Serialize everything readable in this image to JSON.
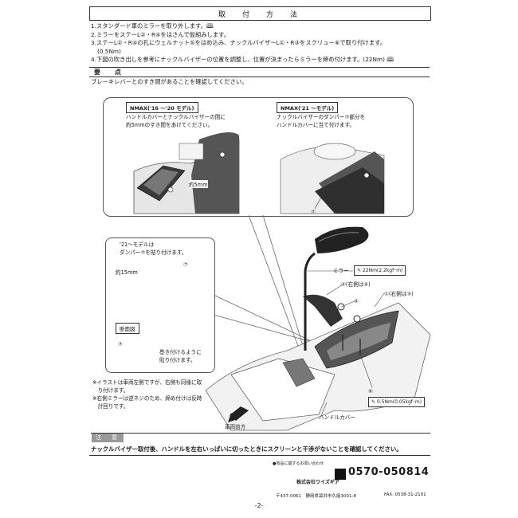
{
  "header": {
    "title": "取　付　方　法"
  },
  "steps": [
    "1.スタンダード車のミラーを取り外します。🕮",
    "2.ミラーをステーL②・R④をはさんで仮組みします。",
    "3.ステーL②・R④の孔にウェルナット⑤をはめ込み、ナックルバイザーL①・R③をスクリュー⑥で取り付けます。",
    "(0.5Nm)",
    "4.下図の吹き出しを参考にナックルバイザーの位置を調整し、位置が決まったらミラーを締め付けます。(22Nm) 🕮"
  ],
  "key_points": {
    "heading": "要　点",
    "text": "ブレーキレバーとのすき間があることを確認してください。"
  },
  "callout_left": {
    "tag": "NMAX('16 ～'20 モデル)",
    "lines": [
      "ハンドルカバーとナックルバイザーの間に",
      "約5mmのすき間をあけてください。"
    ],
    "dimension": "約5mm"
  },
  "callout_right": {
    "tag": "NMAX('21 ～モデル)",
    "lines": [
      "ナックルバイザーのダンパー⑦部分を",
      "ハンドルカバーに当て付けます。"
    ],
    "part": "⑦"
  },
  "inset": {
    "lines": [
      "'21～モデルは",
      "ダンパー⑦を貼り付けます。"
    ],
    "dimension": "約15mm",
    "part_a": "⑦",
    "section_label": "断面図",
    "part_b": "⑦",
    "wrap_lines": [
      "巻き付けるように",
      "貼り付けます。"
    ]
  },
  "labels": {
    "mirror": "ミラー",
    "mirror_torque": "22Nm(2.2kgf･m)",
    "stay": "②(右側は④)",
    "nut": "⑤",
    "visor": "①(右側は③)",
    "screw": "⑥",
    "screw_torque": "0.5Nm(0.05kgf･m)",
    "handle_cover": "ハンドルカバー",
    "front": "車両前方"
  },
  "notes": [
    "※イラストは車両左側ですが、右側も同様に取",
    "　り付けます。",
    "※右側ミラーは逆ネジのため、締め付けは反時",
    "　計回りです。"
  ],
  "caution": {
    "tag": "注　意",
    "text": "ナックルバイザー取付後、ハンドルを左右いっぱいに切ったときにスクリーンと干渉がないことを確認してください。"
  },
  "footer": {
    "inquiry": "●商品に関するお問い合わせ",
    "phone": "0570-050814",
    "company": "株式会社ワイズギア",
    "postal": "〒437-0061　静岡県袋井市久能3001-8",
    "fax": "FAX. 0538-31-2101"
  },
  "page_number": "-2-"
}
